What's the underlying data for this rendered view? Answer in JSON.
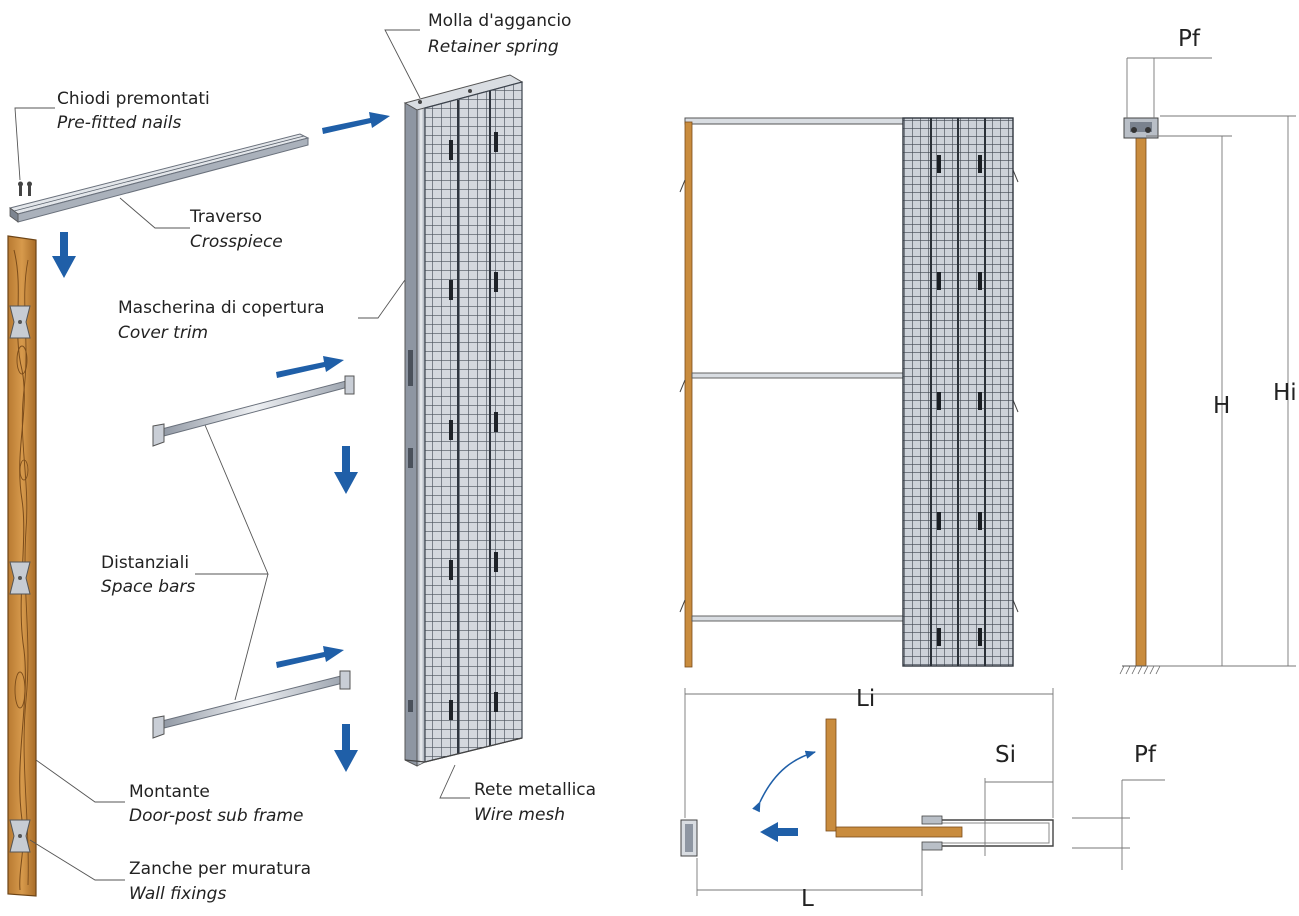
{
  "labels": {
    "retainer": {
      "it": "Molla d'aggancio",
      "en": "Retainer spring"
    },
    "nails": {
      "it": "Chiodi premontati",
      "en": "Pre-fitted nails"
    },
    "crosspiece": {
      "it": "Traverso",
      "en": "Crosspiece"
    },
    "cover": {
      "it": "Mascherina di copertura",
      "en": "Cover trim"
    },
    "spacers": {
      "it": "Distanziali",
      "en": "Space bars"
    },
    "post": {
      "it": "Montante",
      "en": "Door-post sub frame"
    },
    "fixings": {
      "it": "Zanche per muratura",
      "en": "Wall fixings"
    },
    "mesh": {
      "it": "Rete metallica",
      "en": "Wire mesh"
    }
  },
  "dimensions": {
    "pf_top": "Pf",
    "h": "H",
    "hi": "Hi",
    "li": "Li",
    "si": "Si",
    "pf_plan": "Pf",
    "l": "L"
  },
  "colors": {
    "wood": "#c98c3e",
    "wood_dark": "#8a5a22",
    "metal": "#c9ced6",
    "metal_dark": "#6b7380",
    "mesh": "#5f6670",
    "arrow": "#1f5fa8"
  }
}
